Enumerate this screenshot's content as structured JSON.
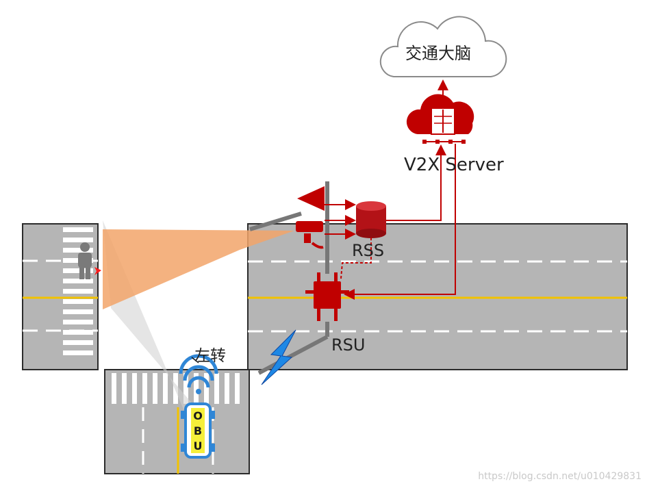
{
  "labels": {
    "cloud": "交通大脑",
    "server": "V2X Server",
    "rss": "RSS",
    "rsu": "RSU",
    "left_turn": "左转",
    "obu": [
      "O",
      "B",
      "U"
    ]
  },
  "watermark": "https://blog.csdn.net/u010429831",
  "colors": {
    "road": "#b5b5b5",
    "road_edge": "#2b2b2b",
    "lane_dash": "#ffffff",
    "center_line": "#f2c200",
    "device_red": "#c00000",
    "camera_fov": "#f2a56a",
    "car": "#2f86d6",
    "obu_fill": "#f5ef3a"
  },
  "icons": [
    "cloud-icon",
    "server-cloud-icon",
    "camera-icon",
    "database-icon",
    "rsu-icon",
    "pedestrian-icon",
    "car-icon",
    "wireless-icon",
    "lightning-icon"
  ]
}
